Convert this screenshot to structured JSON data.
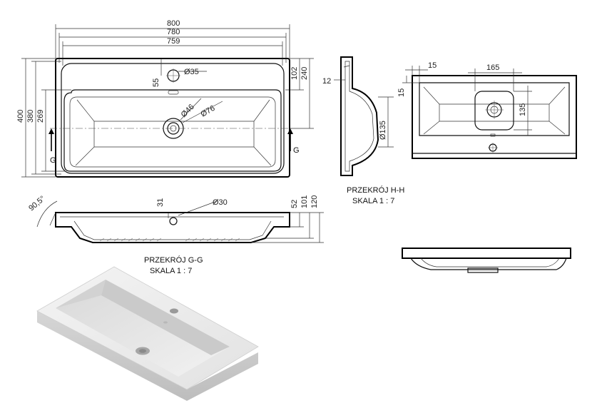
{
  "top_view": {
    "dims": {
      "width_800": "800",
      "width_780": "780",
      "width_759": "759",
      "offset_55": "55",
      "hole_d35": "Ø35",
      "drain_d46": "Ø46",
      "drain_d76": "Ø76",
      "depth_102": "102",
      "depth_240": "240",
      "height_400": "400",
      "height_380": "380",
      "height_269": "269"
    },
    "section_mark_left": "G",
    "section_mark_right": "G"
  },
  "section_gg": {
    "dims": {
      "angle": "90,5°",
      "dim_31": "31",
      "hole_d30": "Ø30",
      "dim_52": "52",
      "dim_101": "101",
      "dim_120": "120"
    },
    "caption_line1": "PRZEKRÓJ G-G",
    "caption_line2": "SKALA 1 : 7"
  },
  "section_hh": {
    "dims": {
      "dim_12": "12",
      "dim_d135": "Ø135"
    },
    "caption_line1": "PRZEKRÓJ H-H",
    "caption_line2": "SKALA 1 : 7"
  },
  "bottom_view": {
    "dims": {
      "dim_15_top": "15",
      "dim_165": "165",
      "dim_15_side": "15",
      "dim_135": "135"
    }
  }
}
